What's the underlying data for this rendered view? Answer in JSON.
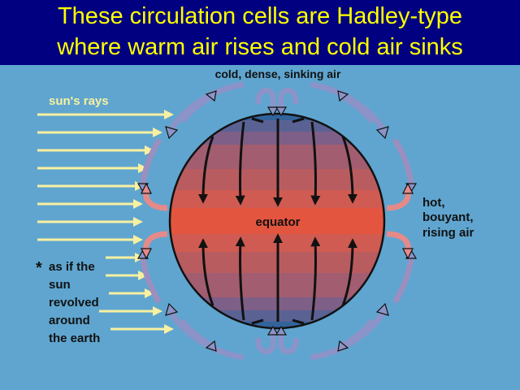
{
  "slide": {
    "title_line1": "These circulation cells are Hadley-type",
    "title_line2": "where warm air rises and cold air sinks"
  },
  "diagram": {
    "label_top": "cold, dense, sinking air",
    "label_sun": "sun's rays",
    "label_equator": "equator",
    "label_right_1": "hot,",
    "label_right_2": "bouyant,",
    "label_right_3": "rising air",
    "note_1": "as if the",
    "note_2": "sun",
    "note_3": "revolved",
    "note_4": "around",
    "note_5": "the earth",
    "note_star": "*"
  },
  "colors": {
    "title_bg": "#000080",
    "title_text": "#ffff00",
    "background": "#5fa5cf",
    "sun_rays": "#f8f0a0",
    "equator_band": "#e4553f",
    "pole_band": "#33639b",
    "cold_arrow": "#8c93c8",
    "warm_arrow": "#e48a8a"
  },
  "icons": [
    "sun-ray-arrow",
    "circulation-arrow",
    "star-icon"
  ]
}
